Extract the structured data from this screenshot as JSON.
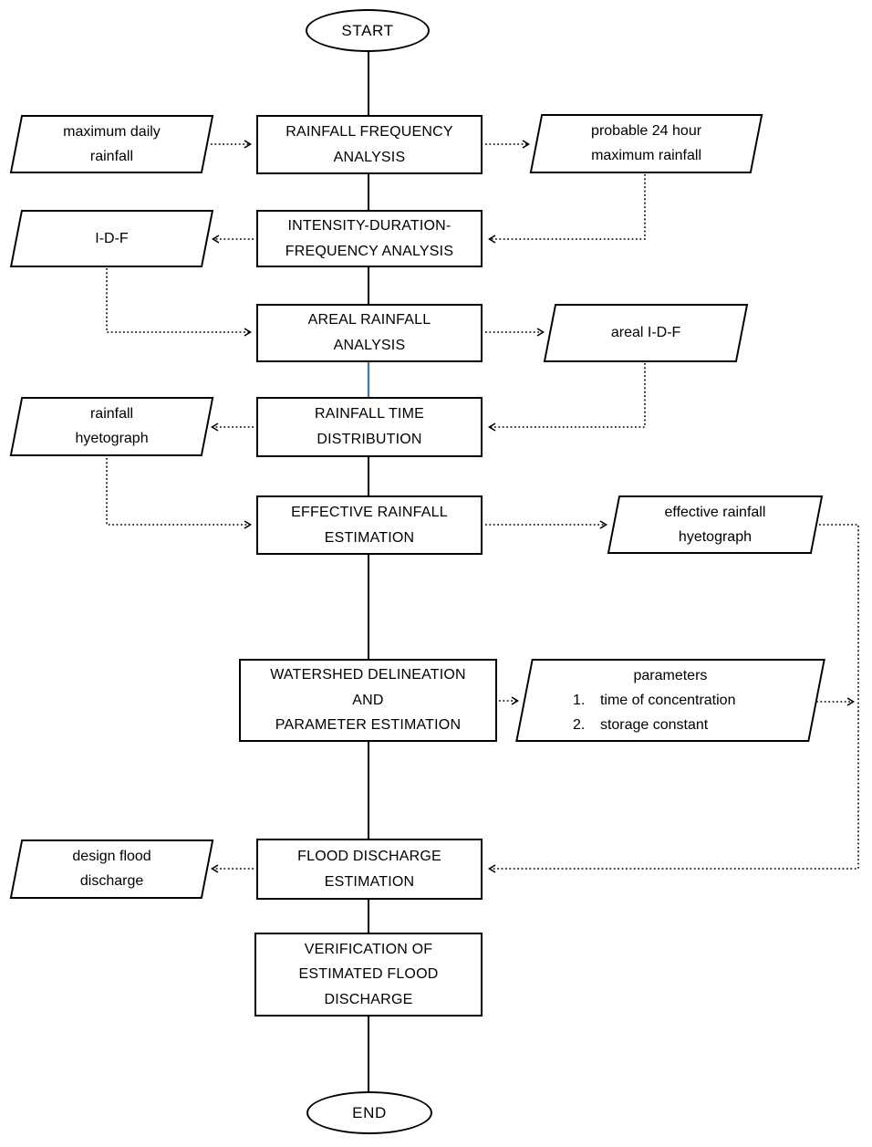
{
  "colors": {
    "line": "#000000",
    "accent_connector": "#4e7ca0",
    "background": "#ffffff"
  },
  "nodes": {
    "start": {
      "label": "START"
    },
    "end": {
      "label": "END"
    },
    "rainfall_frequency_analysis": {
      "lines": [
        "RAINFALL FREQUENCY",
        "ANALYSIS"
      ]
    },
    "intensity_duration_frequency_analysis": {
      "lines": [
        "INTENSITY-DURATION-",
        "FREQUENCY ANALYSIS"
      ]
    },
    "areal_rainfall_analysis": {
      "lines": [
        "AREAL RAINFALL",
        "ANALYSIS"
      ]
    },
    "rainfall_time_distribution": {
      "lines": [
        "RAINFALL TIME",
        "DISTRIBUTION"
      ]
    },
    "effective_rainfall_estimation": {
      "lines": [
        "EFFECTIVE RAINFALL",
        "ESTIMATION"
      ]
    },
    "watershed_delineation": {
      "lines": [
        "WATERSHED DELINEATION",
        "AND",
        "PARAMETER ESTIMATION"
      ]
    },
    "flood_discharge_estimation": {
      "lines": [
        "FLOOD DISCHARGE",
        "ESTIMATION"
      ]
    },
    "verification": {
      "lines": [
        "VERIFICATION OF",
        "ESTIMATED FLOOD",
        "DISCHARGE"
      ]
    },
    "maximum_daily_rainfall": {
      "lines": [
        "maximum daily",
        "rainfall"
      ]
    },
    "probable_24_hour_maximum_rainfall": {
      "lines": [
        "probable 24 hour",
        "maximum rainfall"
      ]
    },
    "idf": {
      "lines": [
        "I-D-F"
      ]
    },
    "areal_idf": {
      "lines": [
        "areal I-D-F"
      ]
    },
    "rainfall_hyetograph": {
      "lines": [
        "rainfall",
        "hyetograph"
      ]
    },
    "effective_rainfall_hyetograph": {
      "lines": [
        "effective rainfall",
        "hyetograph"
      ]
    },
    "design_flood_discharge": {
      "lines": [
        "design flood",
        "discharge"
      ]
    },
    "parameters": {
      "heading": "parameters",
      "items": [
        {
          "num": "1.",
          "text": "time of concentration"
        },
        {
          "num": "2.",
          "text": "storage constant"
        }
      ]
    }
  }
}
